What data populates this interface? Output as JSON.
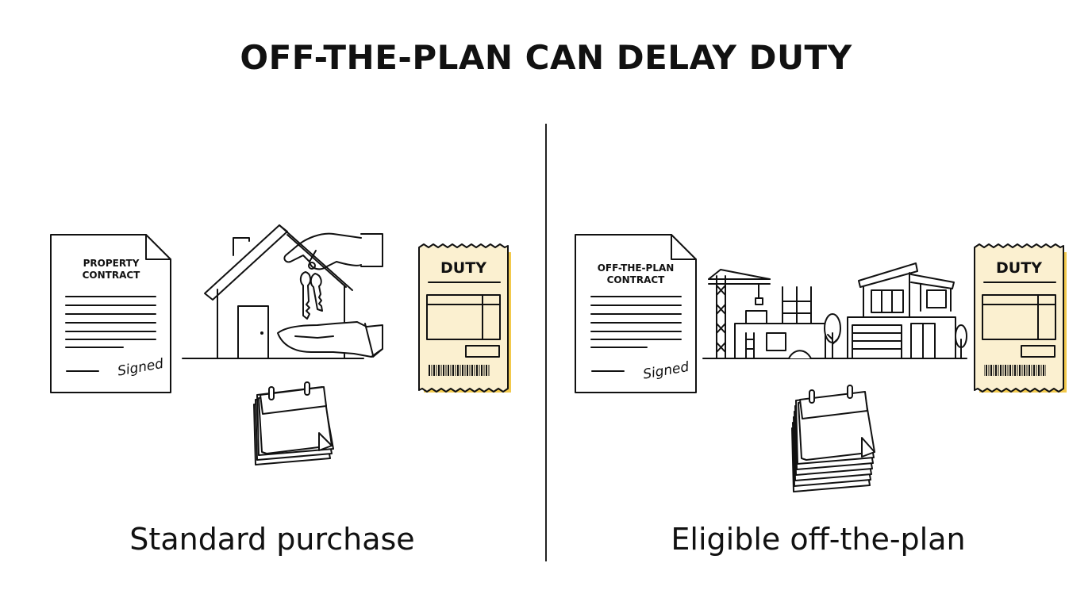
{
  "title": "OFF-THE-PLAN CAN DELAY DUTY",
  "left": {
    "contract_line1": "PROPERTY",
    "contract_line2": "CONTRACT",
    "signature": "Signed",
    "duty_label": "DUTY",
    "caption": "Standard purchase"
  },
  "right": {
    "contract_line1": "OFF-THE-PLAN",
    "contract_line2": "CONTRACT",
    "signature": "Signed",
    "duty_label": "DUTY",
    "caption": "Eligible off-the-plan"
  },
  "colors": {
    "ink": "#111111",
    "duty_fill": "#fbf0d0",
    "duty_accent": "#f2c94c"
  }
}
